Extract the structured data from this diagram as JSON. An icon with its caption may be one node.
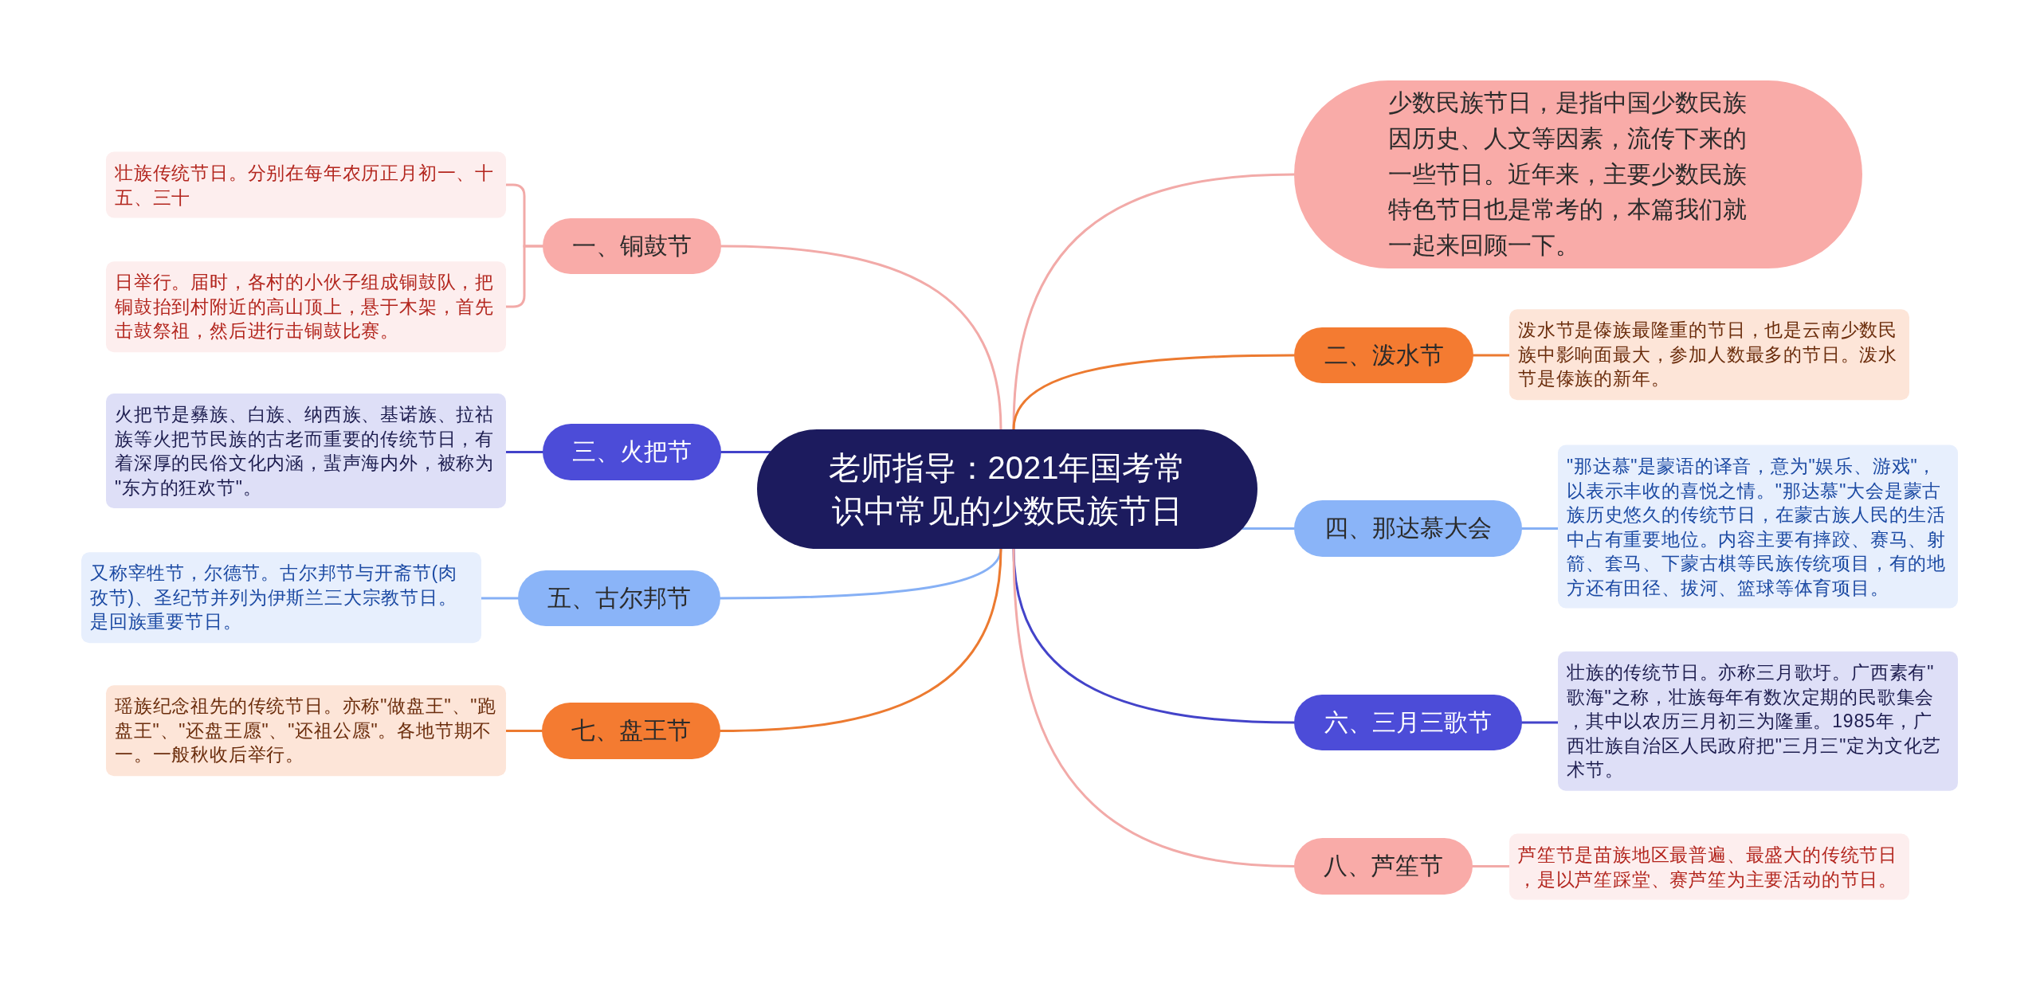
{
  "diagram": {
    "nodes": [
      {
        "text": [
          "老师指导：2021年国考常识中常见的少数民族节日"
        ]
      },
      {
        "text": [
          "少数民族节日，是指中国少数民族因历史、人文等因素，流传下来的一些节日。近年来，主要少数民族特色节日也是常考的，本篇我们就一起来回顾一下。"
        ]
      },
      {
        "text": [
          "一、铜鼓节"
        ]
      },
      {
        "text": [
          "壮族传统节日。分别在每年农历正月初一、十五、三十"
        ]
      },
      {
        "text": [
          "日举行。届时，各村的小伙子组成铜鼓队，把铜鼓抬到村附近的高山顶上，悬于木架，首先击鼓祭祖，然后进行击铜鼓比赛。"
        ]
      },
      {
        "text": [
          "二、泼水节"
        ]
      },
      {
        "text": [
          "泼水节是傣族最隆重的节日，也是云南少数民族中影响面最大，参加人数最多的节日。泼水节是傣族的新年。"
        ]
      },
      {
        "text": [
          "三、火把节"
        ]
      },
      {
        "text": [
          "火把节是彝族、白族、纳西族、基诺族、拉祜族等火把节民族的古老而重要的传统节日，有着深厚的民俗文化内涵，蜚声海内外，被称为\"东方的狂欢节\"。"
        ]
      },
      {
        "text": [
          "四、那达慕大会"
        ]
      },
      {
        "text": [
          "\"那达慕\"是蒙语的译音，意为\"娱乐、游戏\"，以表示丰收的喜悦之情。\"那达慕\"大会是蒙古族历史悠久的传统节日，在蒙古族人民的生活中占有重要地位。内容主要有摔跤、赛马、射箭、套马、下蒙古棋等民族传统项目，有的地方还有田径、拔河、篮球等体育项目。"
        ]
      },
      {
        "text": [
          "五、古尔邦节"
        ]
      },
      {
        "text": [
          "又称宰牲节，尔德节。古尔邦节与开斋节(肉孜节)、圣纪节并列为伊斯兰三大宗教节日。是回族重要节日。"
        ]
      },
      {
        "text": [
          "六、三月三歌节"
        ]
      },
      {
        "text": [
          "壮族的传统节日。亦称三月歌圩。广西素有\"歌海\"之称，壮族每年有数次定期的民歌集会，其中以农历三月初三为隆重。1985年，广西壮族自治区人民政府把\"三月三\"定为文化艺术节。"
        ]
      },
      {
        "text": [
          "七、盘王节"
        ]
      },
      {
        "text": [
          "瑶族纪念祖先的传统节日。亦称\"做盘王\"、\"跑盘王\"、\"还盘王愿\"、\"还祖公愿\"。各地节期不一。一般秋收后举行。"
        ]
      },
      {
        "text": [
          "八、芦笙节"
        ]
      },
      {
        "text": [
          "芦笙节是苗族地区最普遍、最盛大的传统节日，是以芦笙踩堂、赛芦笙为主要活动的节日。"
        ]
      }
    ],
    "edges": [
      {
        "from": 0,
        "to": 1,
        "arrow": "none"
      },
      {
        "from": 0,
        "to": 2,
        "arrow": "none"
      },
      {
        "from": 2,
        "to": 3,
        "arrow": "none"
      },
      {
        "from": 2,
        "to": 4,
        "arrow": "none"
      },
      {
        "from": 0,
        "to": 5,
        "arrow": "none",
        "color": "#ec7a30"
      },
      {
        "from": 5,
        "to": 6,
        "arrow": "none",
        "color": "#ec7a30"
      },
      {
        "from": 0,
        "to": 7,
        "arrow": "none",
        "color": "#4343c9"
      },
      {
        "from": 7,
        "to": 8,
        "arrow": "none",
        "color": "#4343c9"
      },
      {
        "from": 0,
        "to": 9,
        "arrow": "none",
        "color": "#86b0f5"
      },
      {
        "from": 9,
        "to": 10,
        "arrow": "none",
        "color": "#86b0f5"
      },
      {
        "from": 0,
        "to": 11,
        "arrow": "none",
        "color": "#86b0f5"
      },
      {
        "from": 11,
        "to": 12,
        "arrow": "none",
        "color": "#86b0f5"
      },
      {
        "from": 0,
        "to": 13,
        "arrow": "none",
        "color": "#4343c9"
      },
      {
        "from": 13,
        "to": 14,
        "arrow": "none",
        "color": "#4343c9"
      },
      {
        "from": 0,
        "to": 15,
        "arrow": "none",
        "color": "#ec7a30"
      },
      {
        "from": 15,
        "to": 16,
        "arrow": "none",
        "color": "#ec7a30"
      },
      {
        "from": 0,
        "to": 17,
        "arrow": "none"
      },
      {
        "from": 17,
        "to": 18,
        "arrow": "none"
      }
    ]
  }
}
